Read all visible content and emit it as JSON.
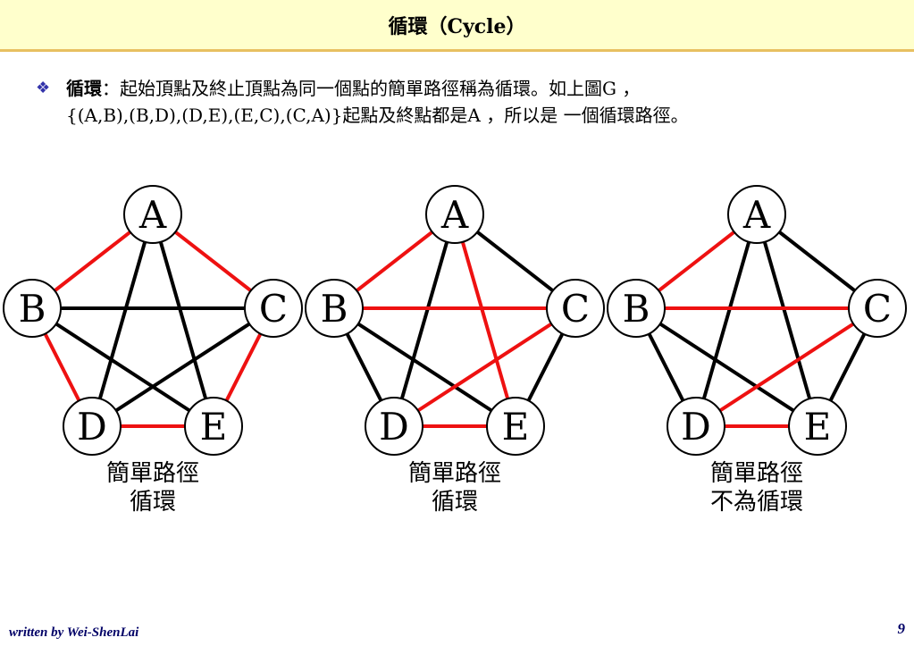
{
  "slide": {
    "title": "循環（Cycle）",
    "bullet_icon": "diamond-bullet-icon",
    "bullet_term": "循環",
    "bullet_text_line1": "：起始頂點及終止頂點為同一個點的簡單路徑稱為循環。如上圖G ，",
    "bullet_text_line2": "{(A,B),(B,D),(D,E),(E,C),(C,A)}起點及終點都是A ，所以是 一個循環路徑。",
    "footer_author": "written by Wei-ShenLai",
    "page_number": "9"
  },
  "colors": {
    "highlight": "#ee1111",
    "normal": "#000000",
    "title_bg": "#ffffcc",
    "title_border": "#e8c060"
  },
  "graphs": [
    {
      "caption_lines": [
        "簡單路徑",
        "循環"
      ],
      "nodes": [
        "A",
        "B",
        "C",
        "D",
        "E"
      ],
      "red_edges": [
        [
          "A",
          "B"
        ],
        [
          "A",
          "C"
        ],
        [
          "B",
          "D"
        ],
        [
          "C",
          "E"
        ],
        [
          "D",
          "E"
        ]
      ],
      "black_edges": [
        [
          "A",
          "D"
        ],
        [
          "A",
          "E"
        ],
        [
          "B",
          "C"
        ],
        [
          "B",
          "E"
        ],
        [
          "C",
          "D"
        ]
      ]
    },
    {
      "caption_lines": [
        "簡單路徑",
        "循環"
      ],
      "nodes": [
        "A",
        "B",
        "C",
        "D",
        "E"
      ],
      "red_edges": [
        [
          "A",
          "B"
        ],
        [
          "B",
          "C"
        ],
        [
          "C",
          "D"
        ],
        [
          "D",
          "E"
        ],
        [
          "A",
          "E"
        ]
      ],
      "black_edges": [
        [
          "A",
          "C"
        ],
        [
          "A",
          "D"
        ],
        [
          "B",
          "D"
        ],
        [
          "B",
          "E"
        ],
        [
          "C",
          "E"
        ]
      ]
    },
    {
      "caption_lines": [
        "簡單路徑",
        "不為循環"
      ],
      "nodes": [
        "A",
        "B",
        "C",
        "D",
        "E"
      ],
      "red_edges": [
        [
          "A",
          "B"
        ],
        [
          "B",
          "C"
        ],
        [
          "C",
          "D"
        ],
        [
          "D",
          "E"
        ]
      ],
      "black_edges": [
        [
          "A",
          "C"
        ],
        [
          "A",
          "D"
        ],
        [
          "A",
          "E"
        ],
        [
          "B",
          "D"
        ],
        [
          "B",
          "E"
        ],
        [
          "C",
          "E"
        ]
      ]
    }
  ]
}
